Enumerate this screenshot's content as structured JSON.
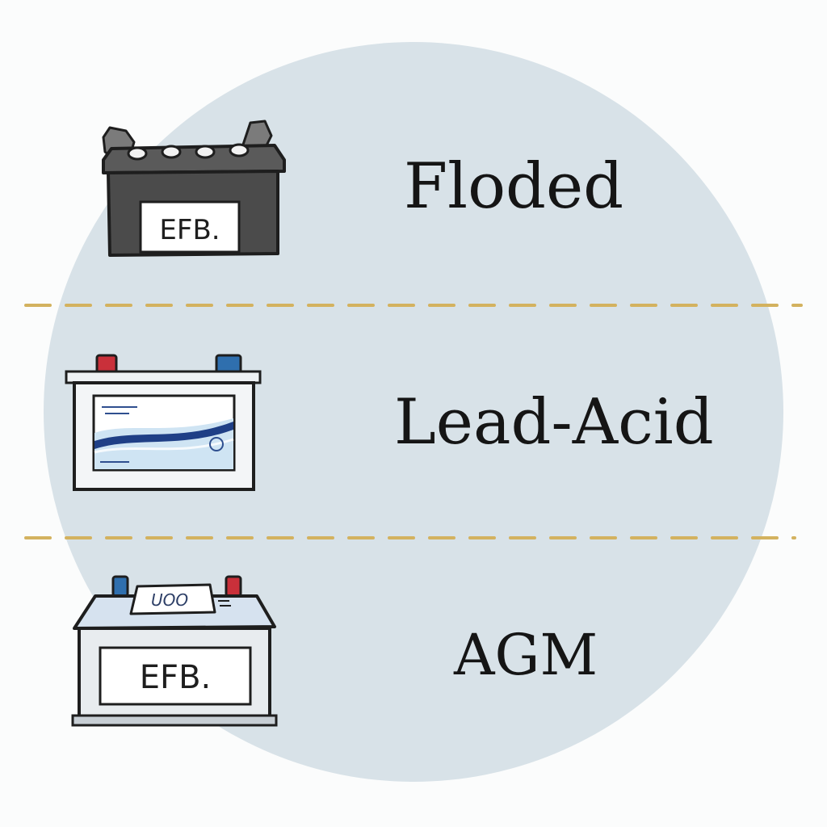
{
  "colors": {
    "background": "#fbfcfc",
    "circle": "#d8e2e8",
    "divider": "#d3b25f",
    "outline": "#1e1e1e",
    "dark_battery": "#4b4b4b",
    "light_battery": "#e8ecef",
    "agm_top": "#d6e2ef",
    "terminal_red": "#c9303a",
    "terminal_blue": "#2f6fae",
    "wave_navy": "#1f3f86",
    "wave_light": "#cfe4f3"
  },
  "rows": [
    {
      "label": "Floded",
      "battery": {
        "icon": "dark-battery-icon",
        "tag": "EFB."
      }
    },
    {
      "label": "Lead-Acid",
      "battery": {
        "icon": "wave-label-battery-icon",
        "tag": ""
      }
    },
    {
      "label": "AGM",
      "battery": {
        "icon": "agm-battery-icon",
        "tag": "EFB.",
        "display": "UOO"
      }
    }
  ]
}
